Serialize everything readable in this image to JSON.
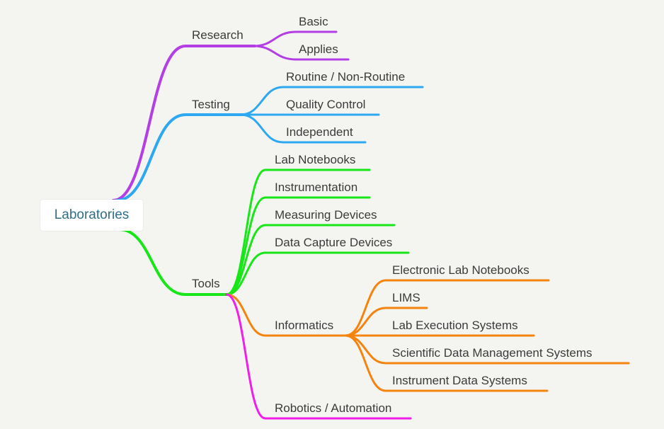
{
  "root": "Laboratories",
  "branches": {
    "research": {
      "label": "Research",
      "color": "#b33ee3",
      "children": [
        "Basic",
        "Applies"
      ]
    },
    "testing": {
      "label": "Testing",
      "color": "#2fa8f2",
      "children": [
        "Routine / Non-Routine",
        "Quality Control",
        "Independent"
      ]
    },
    "tools": {
      "label": "Tools",
      "color": "#19e619",
      "children": [
        "Lab Notebooks",
        "Instrumentation",
        "Measuring Devices",
        "Data Capture Devices"
      ],
      "informatics": {
        "label": "Informatics",
        "color": "#f5840e",
        "children": [
          "Electronic Lab Notebooks",
          "LIMS",
          "Lab Execution Systems",
          "Scientific Data Management Systems",
          "Instrument Data Systems"
        ]
      },
      "robotics": {
        "label": "Robotics / Automation",
        "color": "#f01ee6"
      }
    }
  }
}
